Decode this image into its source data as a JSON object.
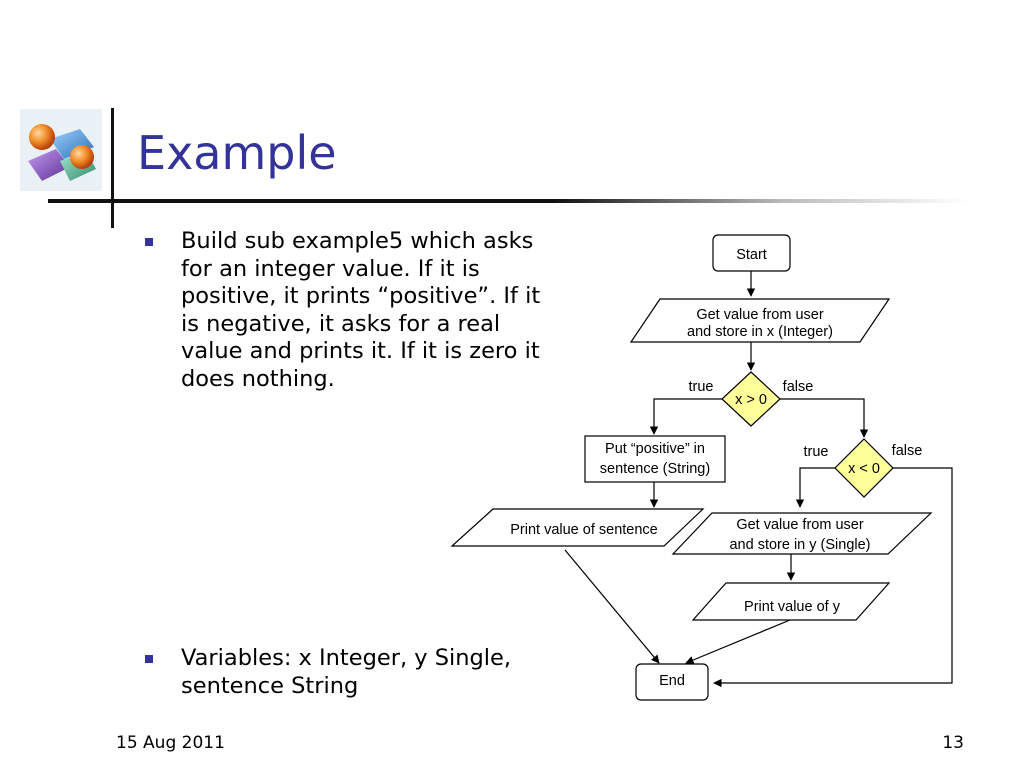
{
  "slide": {
    "title": "Example",
    "bullets": [
      "Build sub example5 which asks for an integer value. If it is positive, it prints “positive”. If it is negative, it asks for a real value and prints it. If it is zero it does nothing.",
      "Variables: x Integer, y Single, sentence String"
    ],
    "footer": {
      "date": "15 Aug 2011",
      "page": "13"
    }
  },
  "flowchart": {
    "start": "Start",
    "input_x": [
      "Get value from user",
      "and store in x (Integer)"
    ],
    "decision1": "x > 0",
    "decision1_true": "true",
    "decision1_false": "false",
    "assign_positive": [
      "Put “positive” in",
      "sentence (String)"
    ],
    "decision2": "x < 0",
    "decision2_true": "true",
    "decision2_false": "false",
    "print_sentence": "Print value of sentence",
    "input_y": [
      "Get value from user",
      "and store in y (Single)"
    ],
    "print_y": "Print value of y",
    "end": "End"
  },
  "colors": {
    "title": "#333399",
    "bullet_square": "#333399",
    "decision_fill": "#ffff99"
  }
}
